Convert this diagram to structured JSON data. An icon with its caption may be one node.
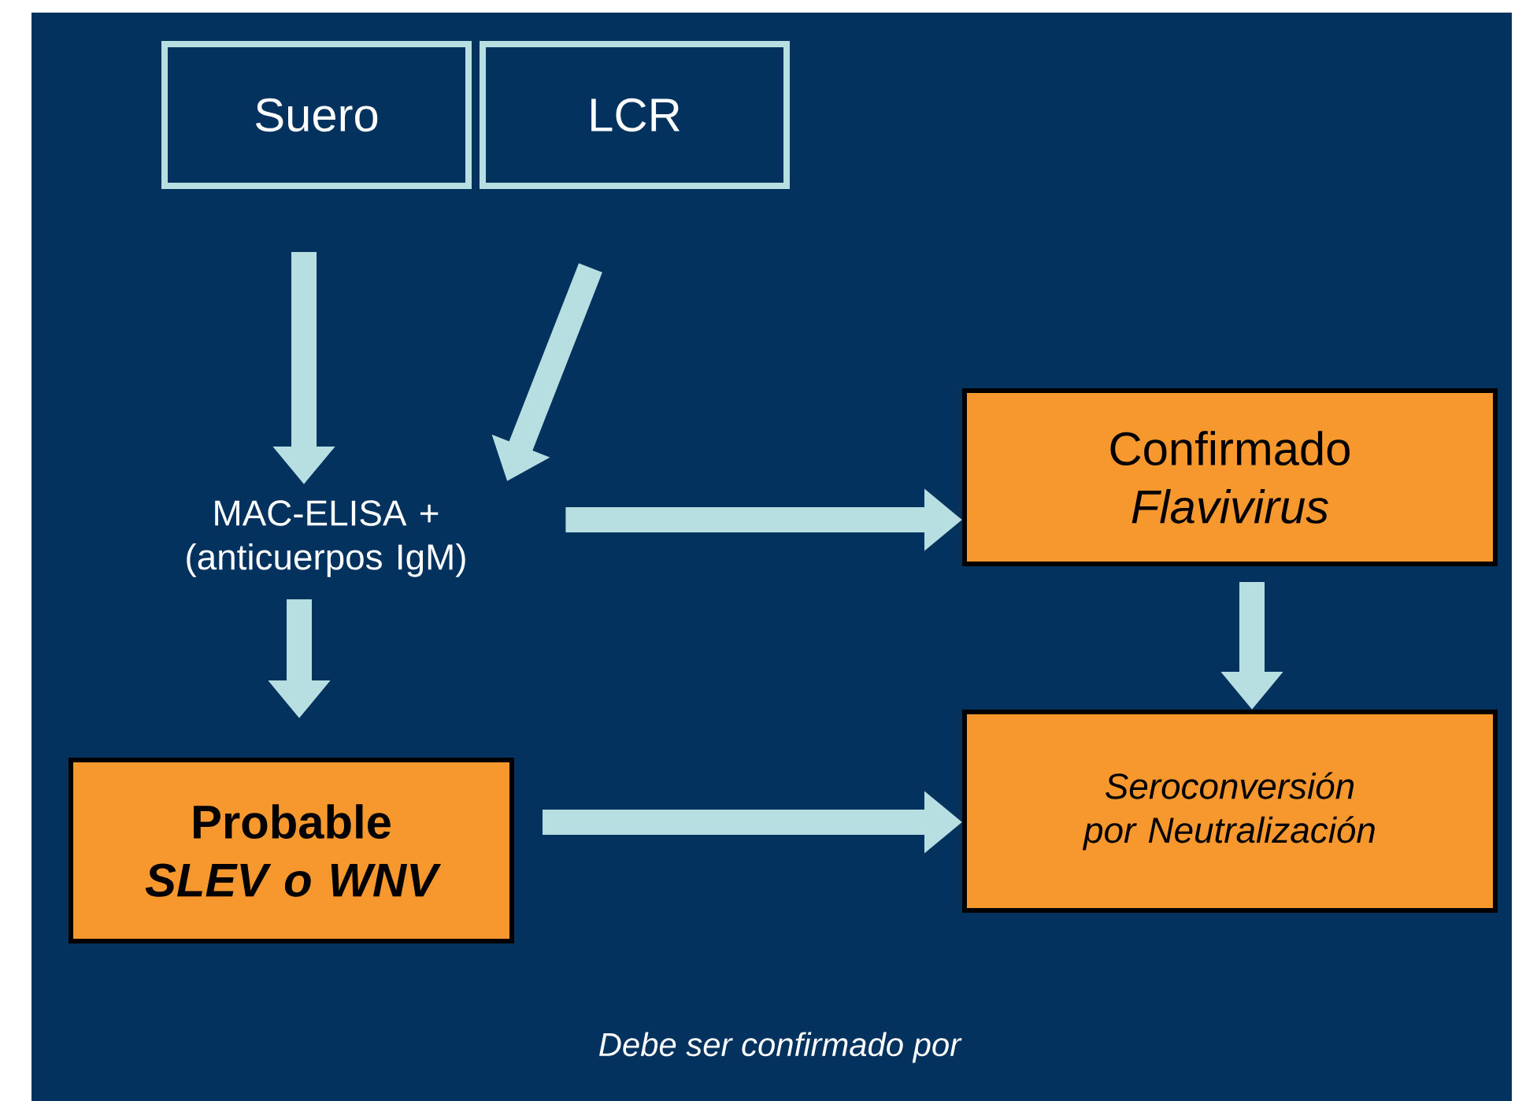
{
  "diagram": {
    "nodes": [
      {
        "text": [
          "Suero"
        ]
      },
      {
        "text": [
          "LCR"
        ]
      },
      {
        "text": [
          "MAC-ELISA + (anticuerpos IgM)"
        ]
      },
      {
        "text": [
          "Confirmado",
          "Flavivirus"
        ]
      },
      {
        "text": [
          "Probable",
          "SLEV o WNV"
        ]
      },
      {
        "text": [
          "Seroconversión por Neutralización"
        ]
      }
    ],
    "edges": [
      {
        "from": 0,
        "to": 2,
        "arrow": "to"
      },
      {
        "from": 1,
        "to": 2,
        "arrow": "to"
      },
      {
        "from": 2,
        "to": 3,
        "arrow": "to"
      },
      {
        "from": 2,
        "to": 4,
        "arrow": "to"
      },
      {
        "from": 3,
        "to": 5,
        "arrow": "to"
      },
      {
        "from": 4,
        "to": 5,
        "arrow": "to"
      }
    ],
    "labels": [
      "Debe ser confirmado por"
    ]
  }
}
